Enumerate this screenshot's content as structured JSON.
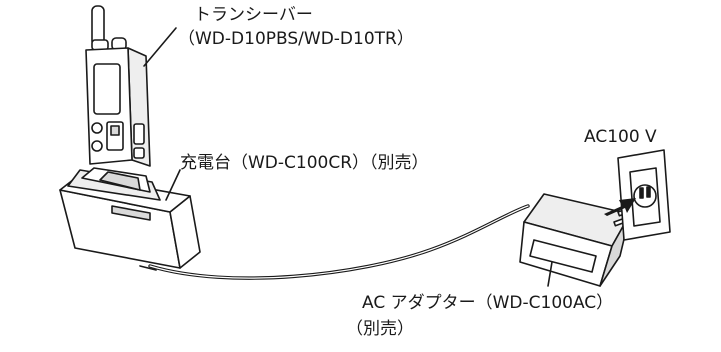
{
  "labels": {
    "transceiver_name": "トランシーバー",
    "transceiver_models": "（WD-D10PBS/WD-D10TR）",
    "charger": "充電台（WD-C100CR）（別売）",
    "ac_voltage": "AC100 V",
    "adapter": "AC アダプター（WD-C100AC）",
    "adapter_note": "（別売）"
  },
  "colors": {
    "line": "#1a1a1a",
    "fill": "#ffffff",
    "shade": "#d9d9d9"
  }
}
